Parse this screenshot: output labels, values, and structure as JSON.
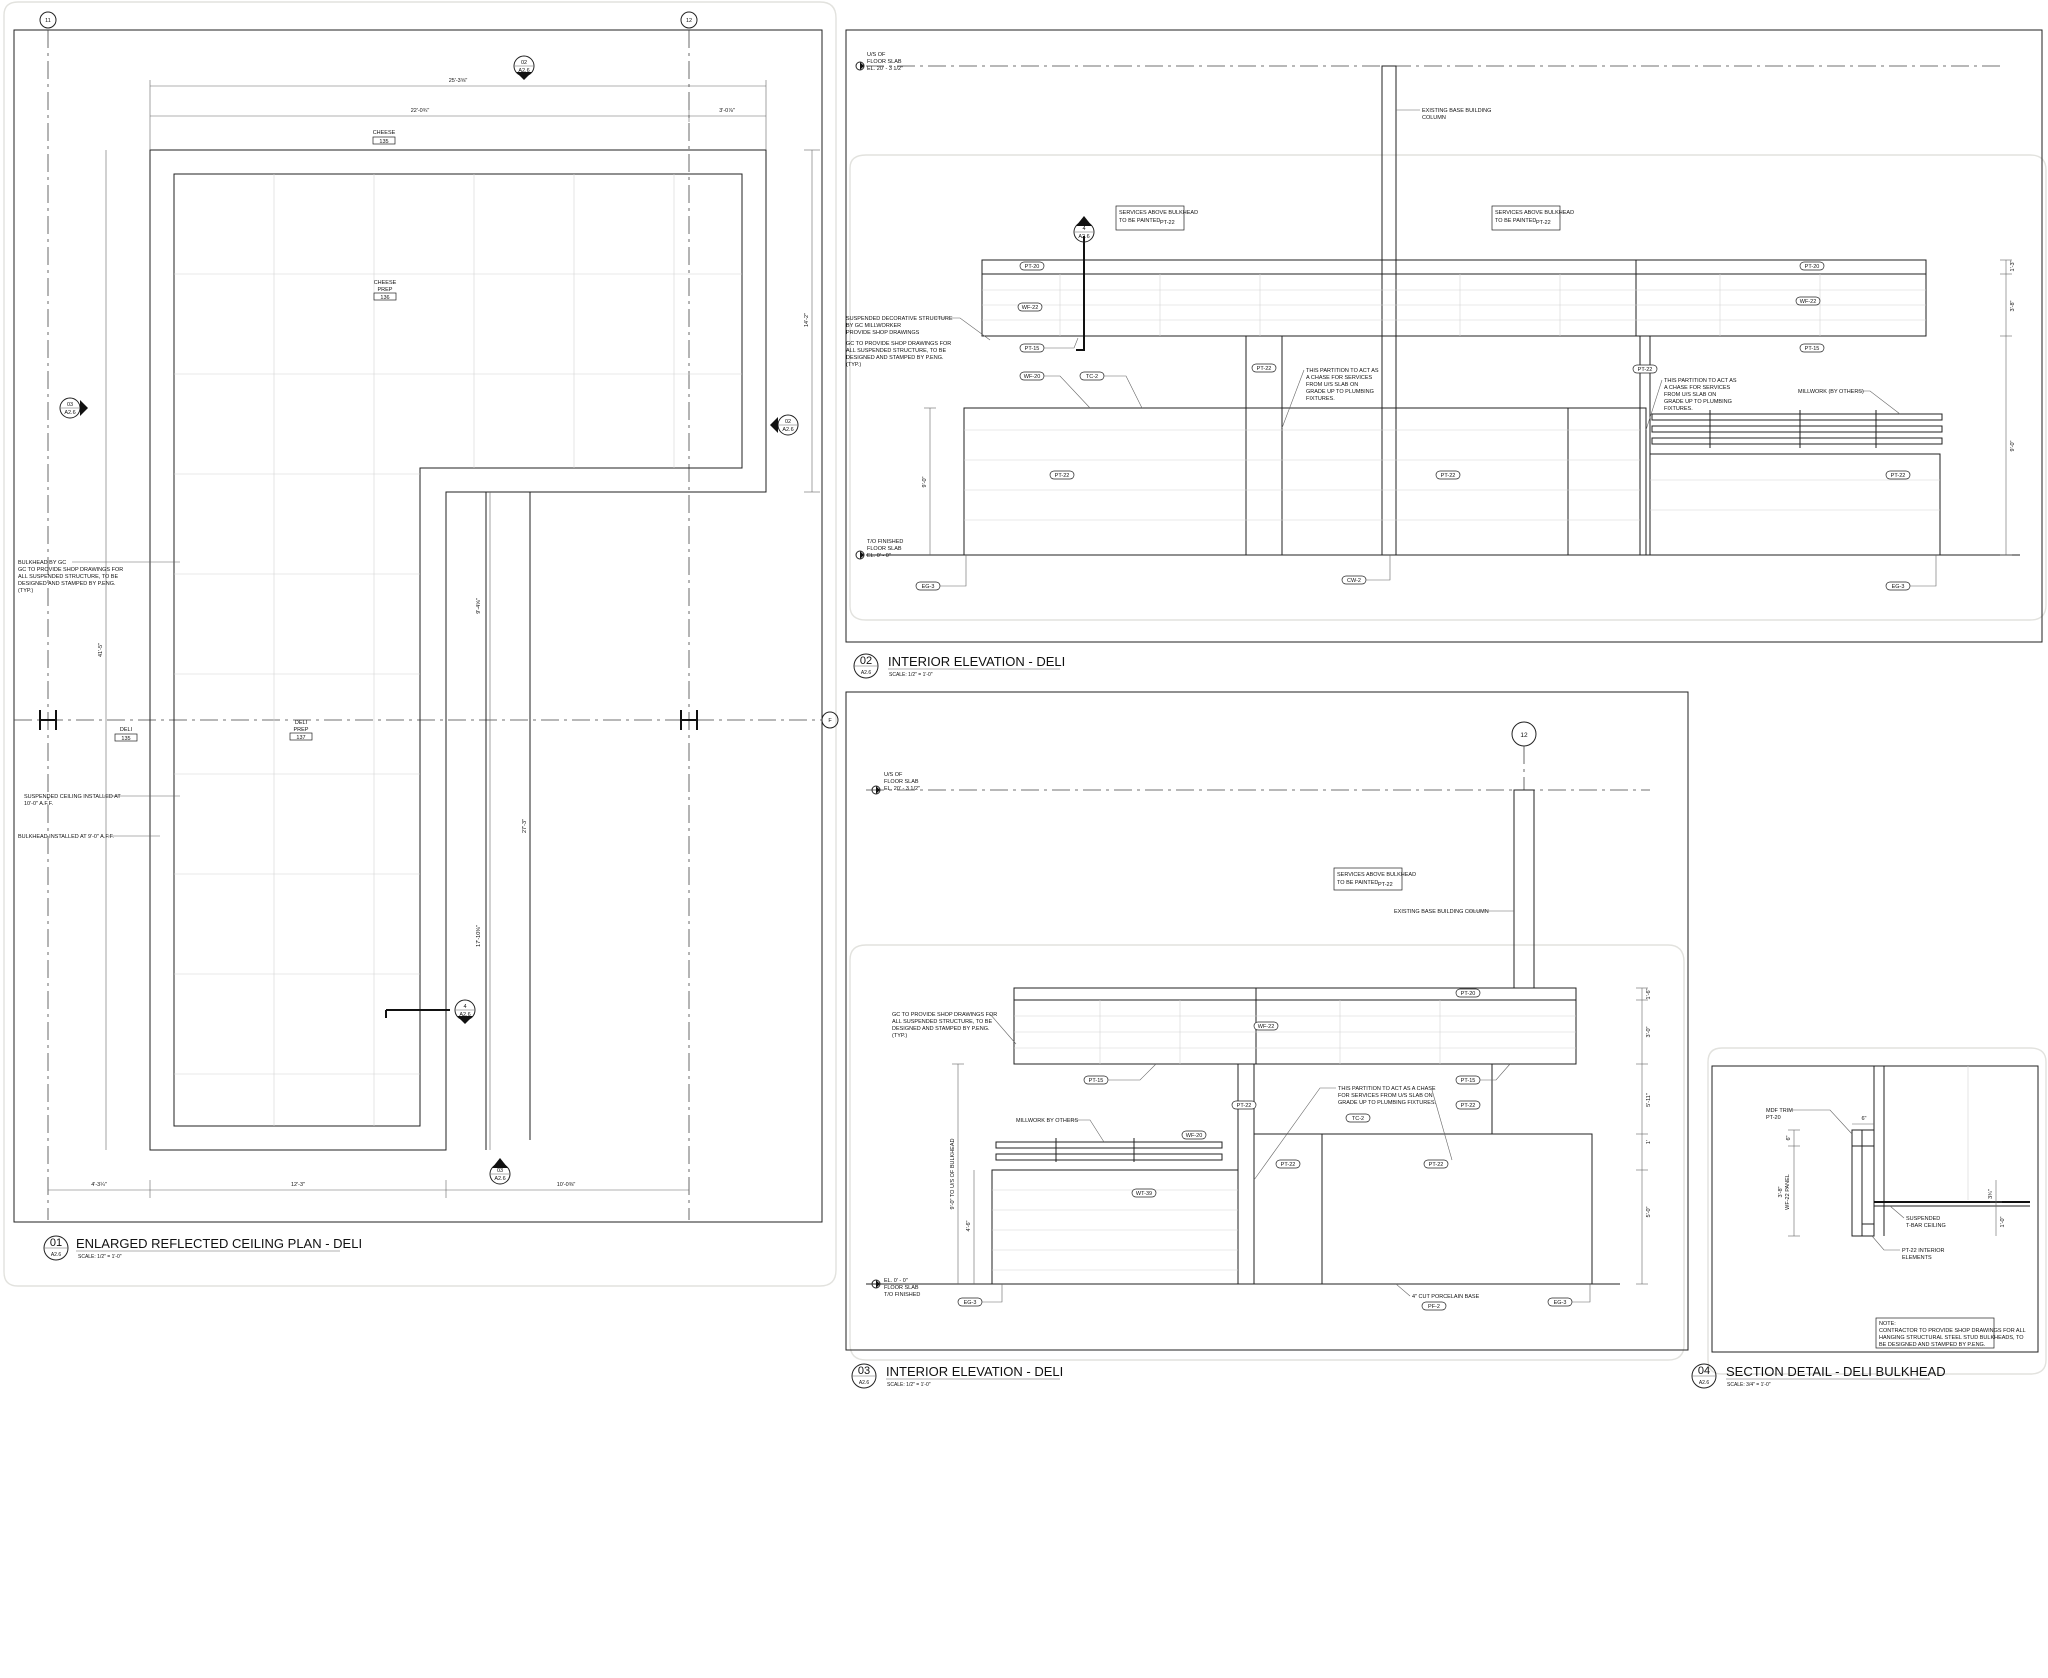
{
  "grid": {
    "col_11": "11",
    "col_12": "12",
    "row_F": "F",
    "col_12_lower": "12"
  },
  "plan01": {
    "number": "01",
    "sheet": "A2.6",
    "title": "ENLARGED REFLECTED CEILING PLAN - DELI",
    "scale": "SCALE:  1/2\" = 1'-0\"",
    "dim_top_overall": "25'-3⅝\"",
    "dim_top_left": "22'-0¾\"",
    "dim_top_right": "3'-0⅞\"",
    "dim_right_vert": "14'-2\"",
    "dim_inner_1": "9'-4⅝\"",
    "dim_inner_2": "27'-3\"",
    "dim_inner_3": "17'-10⅜\"",
    "dim_left_vert": "41'-5\"",
    "dim_bot_1": "4'-3¼\"",
    "dim_bot_2": "12'-3\"",
    "dim_bot_3": "10'-0⅜\"",
    "room_cheese": "CHEESE",
    "room_cheese_num": "135",
    "room_cheese_prep_1": "CHEESE",
    "room_cheese_prep_2": "PREP",
    "room_cheese_prep_num": "136",
    "room_deli": "DELI",
    "room_deli_num": "135",
    "room_deli_prep_1": "DELI",
    "room_deli_prep_2": "PREP",
    "room_deli_prep_num": "137",
    "note_bulkhead": [
      "BULKHEAD BY GC",
      "GC TO PROVIDE SHOP DRAWINGS FOR",
      "ALL SUSPENDED STRUCTURE, TO BE",
      "DESIGNED AND STAMPED BY P.ENG.",
      "(TYP.)"
    ],
    "note_ceiling": [
      "SUSPENDED CEILING INSTALLED AT",
      "10'-0\" A.F.F."
    ],
    "note_bulk_aff": "BULKHEAD INSTALLED AT 9'-0\" A.F.F.",
    "ref_02": "02",
    "ref_03": "03",
    "ref_4": "4",
    "ref_sheet": "A2.6"
  },
  "elev02": {
    "number": "02",
    "sheet": "A2.6",
    "title": "INTERIOR ELEVATION - DELI",
    "scale": "SCALE:  1/2\" = 1'-0\"",
    "level_top": [
      "U/S OF",
      "FLOOR SLAB",
      "EL. 20' - 3 1/2\""
    ],
    "level_bot": [
      "T/O FINISHED",
      "FLOOR SLAB",
      "EL. 0' - 0\""
    ],
    "note_column": [
      "EXISTING BASE BUILDING",
      "COLUMN"
    ],
    "note_services_1": [
      "SERVICES ABOVE BULKHEAD",
      "TO BE PAINTED"
    ],
    "tag_services_1": "PT-22",
    "note_services_2": [
      "SERVICES ABOVE BULKHEAD",
      "TO BE PAINTED"
    ],
    "tag_services_2": "PT-22",
    "note_suspended": [
      "SUSPENDED DECORATIVE STRUCTURE",
      "BY GC MILLWORKER",
      "PROVIDE SHOP DRAWINGS",
      "GC TO PROVIDE SHOP DRAWINGS FOR",
      "ALL SUSPENDED STRUCTURE, TO BE",
      "DESIGNED AND STAMPED BY P.ENG.",
      "(TYP.)"
    ],
    "note_partition_1": [
      "THIS PARTITION TO ACT AS",
      "A CHASE FOR SERVICES",
      "FROM U/S SLAB ON",
      "GRADE UP TO PLUMBING",
      "FIXTURES."
    ],
    "note_partition_2": [
      "THIS PARTITION TO ACT AS",
      "A CHASE FOR SERVICES",
      "FROM U/S SLAB ON",
      "GRADE UP TO PLUMBING",
      "FIXTURES."
    ],
    "note_millwork": "MILLWORK (BY OTHERS)",
    "tags": [
      "PT-20",
      "PT-20",
      "WF-22",
      "WF-22",
      "PT-15",
      "PT-15",
      "PT-22",
      "PT-22",
      "WF-20",
      "TC-2",
      "PT-22",
      "PT-22",
      "PT-22",
      "CW-2",
      "EG-3",
      "EG-3"
    ],
    "ref_4": "4",
    "ref_sheet": "A2.6",
    "dim_1": "1'-3\"",
    "dim_2": "3'-8\"",
    "dim_3": "9'-0\"",
    "dim_4": "9'-0\""
  },
  "elev03": {
    "number": "03",
    "sheet": "A2.6",
    "title": "INTERIOR ELEVATION - DELI",
    "scale": "SCALE:  1/2\" = 1'-0\"",
    "level_top": [
      "U/S OF",
      "FLOOR SLAB",
      "EL. 20' - 3 1/2\""
    ],
    "level_bot": [
      "EL. 0' - 0\"",
      "FLOOR SLAB",
      "T/O FINISHED"
    ],
    "note_services": [
      "SERVICES ABOVE BULKHEAD",
      "TO BE PAINTED"
    ],
    "tag_services": "PT-22",
    "note_column": "EXISTING BASE BUILDING COLUMN",
    "note_gc": [
      "GC TO PROVIDE SHOP DRAWINGS FOR",
      "ALL SUSPENDED STRUCTURE, TO BE",
      "DESIGNED AND STAMPED BY P.ENG.",
      "(TYP.)"
    ],
    "note_partition": [
      "THIS PARTITION TO ACT AS A CHASE",
      "FOR SERVICES FROM U/S SLAB ON",
      "GRADE UP TO PLUMBING FIXTURES."
    ],
    "note_millwork": "MILLWORK BY OTHERS",
    "note_base": "4\" CUT PORCELAIN BASE",
    "tags": [
      "PT-20",
      "WF-22",
      "PT-15",
      "PT-15",
      "PT-22",
      "PT-22",
      "TC-2",
      "WF-20",
      "PT-22",
      "PT-22",
      "WT-39",
      "EG-3",
      "EG-3",
      "PF-2"
    ],
    "dim_1": "1'-6\"",
    "dim_2": "3'-0\"",
    "dim_3": "5'-11\"",
    "dim_4": "1'",
    "dim_5": "5'-0\"",
    "dim_6": "9'-0\" TO U/S OF BULKHEAD",
    "dim_7": "4'-6\""
  },
  "detail04": {
    "number": "04",
    "sheet": "A2.6",
    "title": "SECTION DETAIL - DELI BULKHEAD",
    "scale": "SCALE:  3/4\" = 1'-0\"",
    "note_trim": [
      "MDF TRIM",
      "PT-20"
    ],
    "dim_trim": "6\"",
    "dim_a": "6\"",
    "dim_b": "3'-8\"",
    "dim_b2": "WF-22 PANEL",
    "dim_c": "3¾\"",
    "dim_d": "1'-0\"",
    "note_tbar": [
      "SUSPENDED",
      "T-BAR CEILING"
    ],
    "note_pt22": [
      "PT-22 INTERIOR",
      "ELEMENTS"
    ],
    "note_box": [
      "NOTE:",
      "CONTRACTOR TO PROVIDE SHOP DRAWINGS FOR ALL",
      "HANGING STRUCTURAL STEEL STUD BULKHEADS, TO",
      "BE DESIGNED AND STAMPED BY P.ENG."
    ]
  }
}
